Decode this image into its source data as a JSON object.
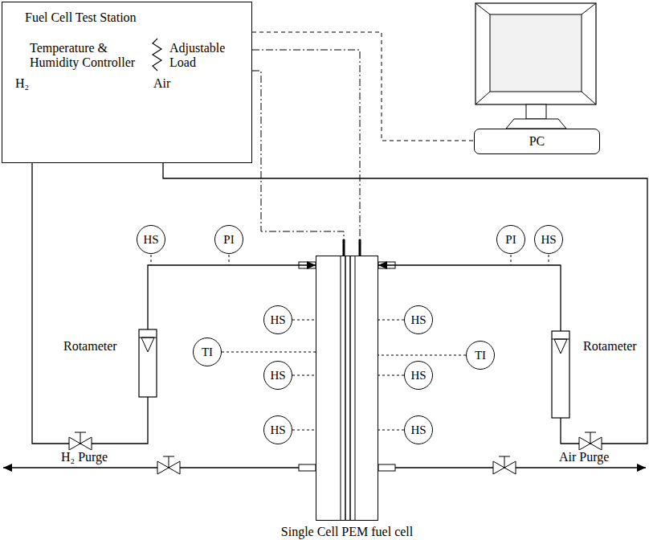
{
  "diagram": {
    "nodes": [
      {
        "text": [
          "Fuel Cell Test Station",
          "Temperature & Humidity Controller",
          "Adjustable Load",
          "H₂",
          "Air"
        ]
      },
      {
        "text": [
          "PC"
        ]
      },
      {
        "text": [
          "HS"
        ]
      },
      {
        "text": [
          "PI"
        ]
      },
      {
        "text": [
          "PI"
        ]
      },
      {
        "text": [
          "HS"
        ]
      },
      {
        "text": [
          "HS"
        ]
      },
      {
        "text": [
          "HS"
        ]
      },
      {
        "text": [
          "TI"
        ]
      },
      {
        "text": [
          "TI"
        ]
      },
      {
        "text": [
          "HS"
        ]
      },
      {
        "text": [
          "HS"
        ]
      },
      {
        "text": [
          "HS"
        ]
      },
      {
        "text": [
          "HS"
        ]
      },
      {
        "text": [
          "Single Cell PEM fuel cell"
        ]
      }
    ],
    "edges": [
      {
        "from": 0,
        "to": 1,
        "arrow": "none"
      },
      {
        "from": 0,
        "to": 14,
        "arrow": "none"
      },
      {
        "from": 0,
        "to": 14,
        "arrow": "none"
      },
      {
        "from": 0,
        "to": 14,
        "arrow": "to"
      },
      {
        "from": 0,
        "to": 14,
        "arrow": "to"
      },
      {
        "from": 6,
        "to": 14,
        "arrow": "none"
      },
      {
        "from": 7,
        "to": 14,
        "arrow": "none"
      },
      {
        "from": 8,
        "to": 14,
        "arrow": "none"
      },
      {
        "from": 9,
        "to": 14,
        "arrow": "none"
      },
      {
        "from": 10,
        "to": 14,
        "arrow": "none"
      },
      {
        "from": 11,
        "to": 14,
        "arrow": "none"
      },
      {
        "from": 12,
        "to": 14,
        "arrow": "none"
      },
      {
        "from": 13,
        "to": 14,
        "arrow": "none"
      }
    ],
    "labels": [
      "Rotameter",
      "Rotameter",
      "H₂ Purge",
      "Air Purge"
    ]
  }
}
